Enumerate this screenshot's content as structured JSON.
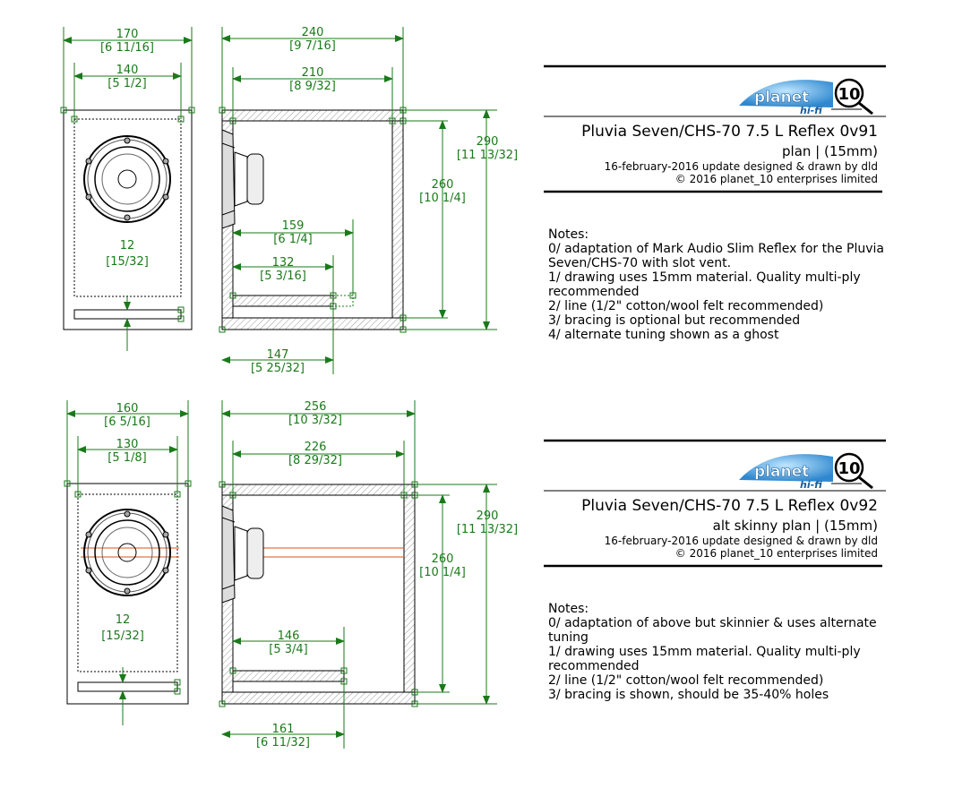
{
  "colors": {
    "dimension": "#1a7a1a",
    "ghost": "#e05010",
    "line": "#000000",
    "logo_blue": "#3a9ad9"
  },
  "logo": {
    "text1": "planet",
    "text2": "10",
    "text3": "hi-fi"
  },
  "sheet1": {
    "title": "Pluvia Seven/CHS-70 7.5 L Reflex 0v91",
    "subtitle": "plan | (15mm)",
    "updated": "16-february-2016 update designed & drawn by dld",
    "copyright": "© 2016 planet_10 enterprises limited",
    "notes": [
      "Notes:",
      "0/ adaptation of Mark Audio Slim Reflex for the Pluvia Seven/CHS-70 with slot vent.",
      "1/ drawing uses 15mm material. Quality multi-ply recommended",
      "2/ line (1/2\" cotton/wool felt recommended)",
      "3/ bracing is optional but recommended",
      "4/ alternate tuning shown as a ghost"
    ],
    "dims": {
      "front_w": "170",
      "front_w_in": "[6 11/16]",
      "front_iw": "140",
      "front_iw_in": "[5 1/2]",
      "slot": "12",
      "slot_in": "[15/32]",
      "side_d": "240",
      "side_d_in": "[9 7/16]",
      "side_id": "210",
      "side_id_in": "[8 9/32]",
      "h": "290",
      "h_in": "[11 13/32]",
      "ih": "260",
      "ih_in": "[10 1/4]",
      "ghost": "159",
      "ghost_in": "[6 1/4]",
      "vent": "132",
      "vent_in": "[5 3/16]",
      "floor": "147",
      "floor_in": "[5 25/32]"
    }
  },
  "sheet2": {
    "title": "Pluvia Seven/CHS-70 7.5 L Reflex 0v92",
    "subtitle": "alt skinny plan | (15mm)",
    "updated": "16-february-2016 update designed & drawn by dld",
    "copyright": "© 2016 planet_10 enterprises limited",
    "notes": [
      "Notes:",
      "0/ adaptation of above but skinnier & uses alternate tuning",
      "1/ drawing uses 15mm material. Quality multi-ply recommended",
      "2/ line (1/2\" cotton/wool felt recommended)",
      "3/ bracing is shown, should be 35-40% holes"
    ],
    "dims": {
      "front_w": "160",
      "front_w_in": "[6 5/16]",
      "front_iw": "130",
      "front_iw_in": "[5 1/8]",
      "slot": "12",
      "slot_in": "[15/32]",
      "side_d": "256",
      "side_d_in": "[10 3/32]",
      "side_id": "226",
      "side_id_in": "[8 29/32]",
      "h": "290",
      "h_in": "[11 13/32]",
      "ih": "260",
      "ih_in": "[10 1/4]",
      "vent": "146",
      "vent_in": "[5 3/4]",
      "floor": "161",
      "floor_in": "[6 11/32]"
    }
  }
}
